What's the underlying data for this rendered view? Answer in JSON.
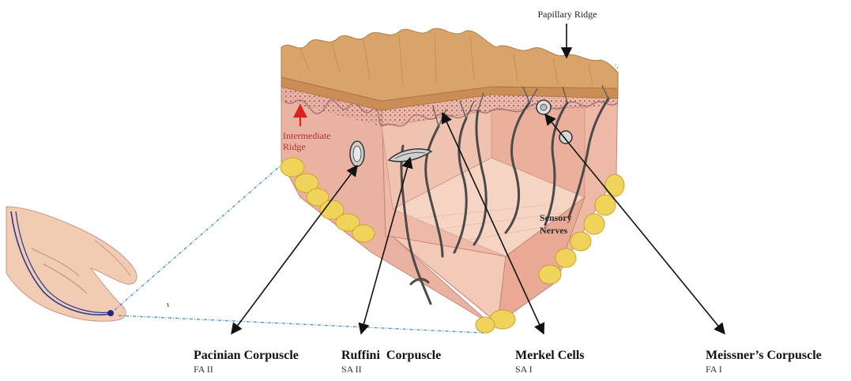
{
  "labels": {
    "papillary_ridge": "Papillary Ridge",
    "intermediate_ridge_line1": "Intermediate",
    "intermediate_ridge_line2": "Ridge",
    "sensory_nerves_line1": "Sensory",
    "sensory_nerves_line2": "Nerves"
  },
  "receptors": [
    {
      "name": "Pacinian Corpuscle",
      "type": "FA II"
    },
    {
      "name": "Ruffini  Corpuscle",
      "type": "SA II"
    },
    {
      "name": "Merkel Cells",
      "type": "SA I"
    },
    {
      "name": "Meissner’s Corpuscle",
      "type": "FA I"
    }
  ],
  "colors": {
    "epidermis": "#d9a46a",
    "dermis": "#efb8a3",
    "dermis_floor": "#f6d4c3",
    "fat": "#f0d35a",
    "nerve": "#4a4a4a",
    "pointer_arrow": "#111111",
    "intermediate_arrow": "#e02020",
    "projection_line": "#3f8fd0",
    "skin_hand": "#f2cbb3"
  }
}
